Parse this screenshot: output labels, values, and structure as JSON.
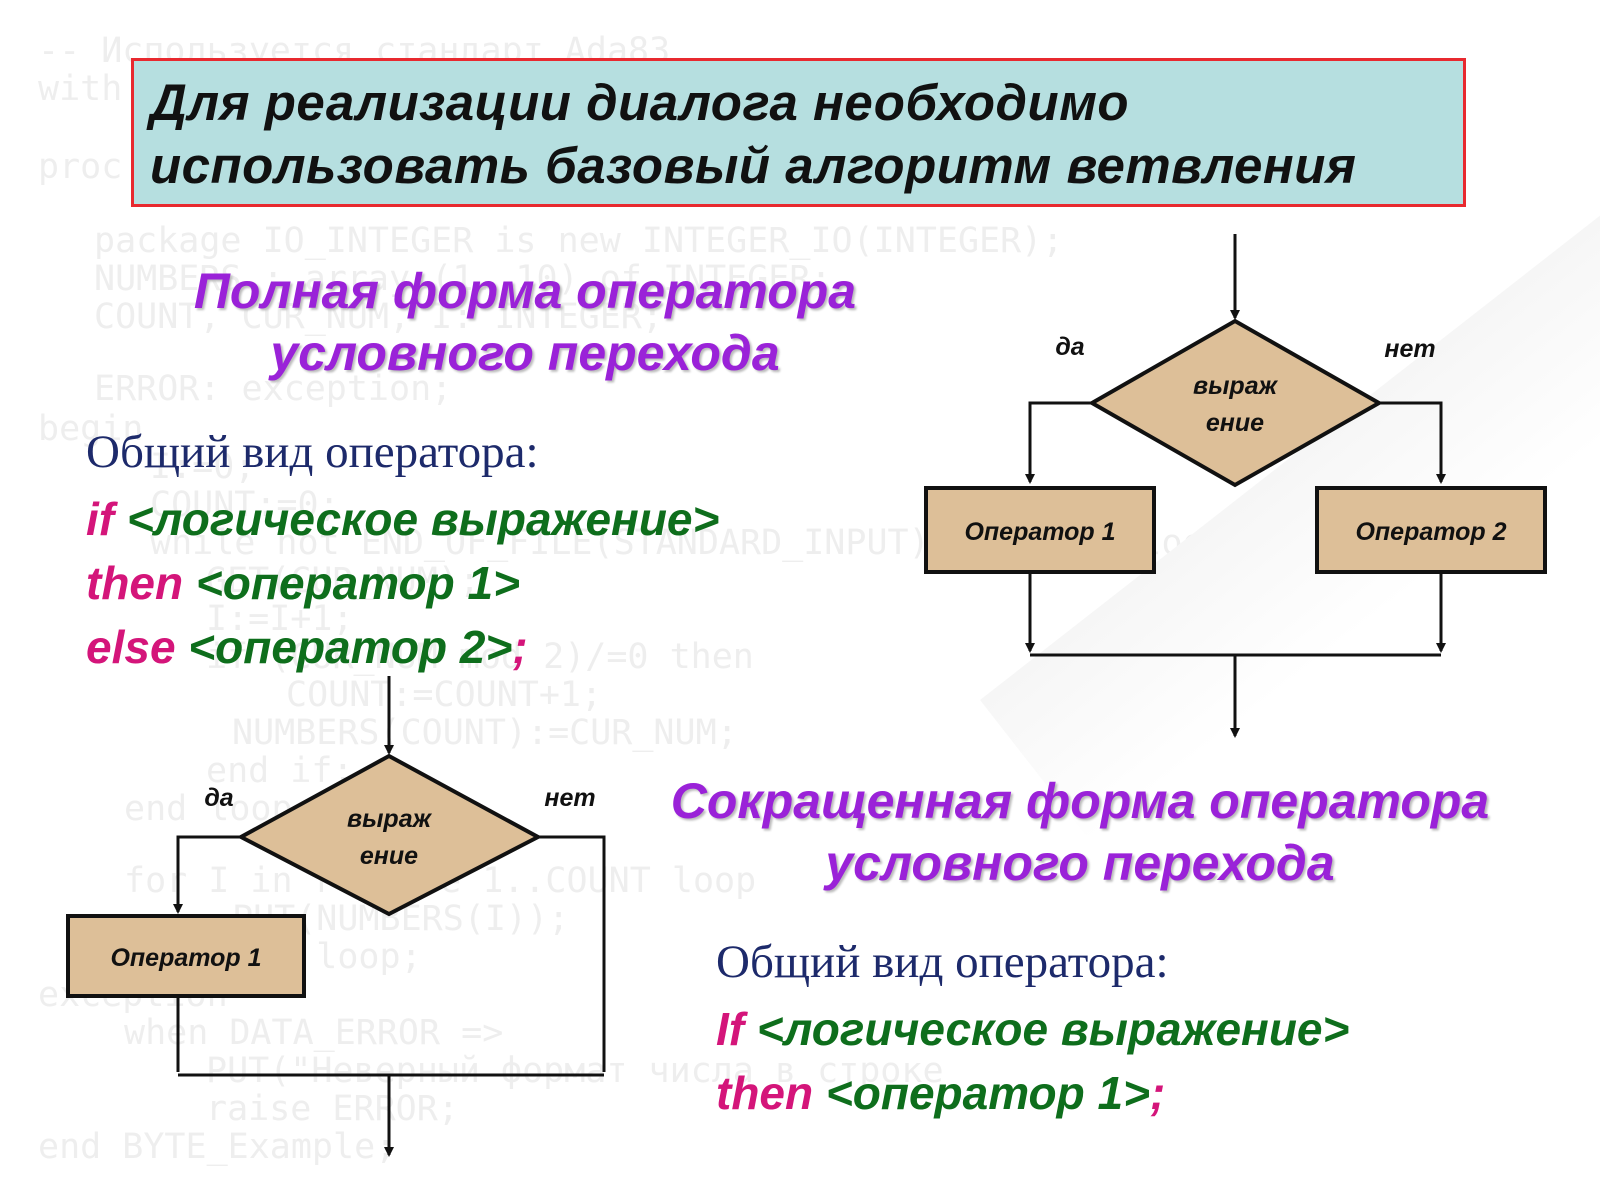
{
  "background_code": [
    "-- Используется стандарт Ada83",
    "with",
    "proc",
    "package IO_INTEGER is new INTEGER_IO(INTEGER);",
    "NUMBERS : array (1..10) of INTEGER;",
    "COUNT, CUR_NUM, I: INTEGER;",
    "ERROR: exception;",
    "begin",
    "I:=0;",
    "COUNT:=0;",
    "while not END_OF_FILE(STANDARD_INPUT) and I<10 loop",
    "GET(CUR_NUM);",
    "I:=I+1;",
    "if (CUR_NUM mod 2)/=0 then",
    "COUNT:=COUNT+1;",
    "NUMBERS(COUNT):=CUR_NUM;",
    "end if;",
    "end loop;",
    "for I in reverse 1..COUNT loop",
    "PUT(NUMBERS(I));",
    "end loop;",
    "exception",
    "when DATA_ERROR =>",
    "PUT(\"Неверный формат числа в строке",
    "raise ERROR;",
    "end BYTE_Example;"
  ],
  "header": {
    "line1": "Для реализации диалога необходимо",
    "line2": "использовать базовый алгоритм ветвления"
  },
  "full_form": {
    "title_line1": "Полная форма оператора",
    "title_line2": "условного перехода",
    "general_view": "Общий вид оператора:",
    "if_kw": "if",
    "if_rest": " <логическое выражение>",
    "then_kw": "then",
    "then_rest": " <оператор 1>",
    "else_kw": "else",
    "else_rest": " <оператор 2>",
    "else_semi": ";"
  },
  "short_form": {
    "title_line1": "Сокращенная форма оператора",
    "title_line2": "условного перехода",
    "general_view": "Общий вид оператора:",
    "if_kw": "If",
    "if_rest": " <логическое выражение>",
    "then_kw": "then",
    "then_rest": " <оператор 1>",
    "then_semi": ";"
  },
  "flowchart_full": {
    "yes_label": "да",
    "no_label": "нет",
    "condition_line1": "выраж",
    "condition_line2": "ение",
    "op1": "Оператор 1",
    "op2": "Оператор 2"
  },
  "flowchart_short": {
    "yes_label": "да",
    "no_label": "нет",
    "condition_line1": "выраж",
    "condition_line2": "ение",
    "op1": "Оператор 1"
  },
  "colors": {
    "header_bg": "#b6dfe0",
    "header_border": "#e8292f",
    "heading": "#9a22d8",
    "keyword": "#d4157a",
    "code_green": "#0e6e1c",
    "general_view": "#1d2a6b",
    "shape_fill": "#ddbf98"
  }
}
